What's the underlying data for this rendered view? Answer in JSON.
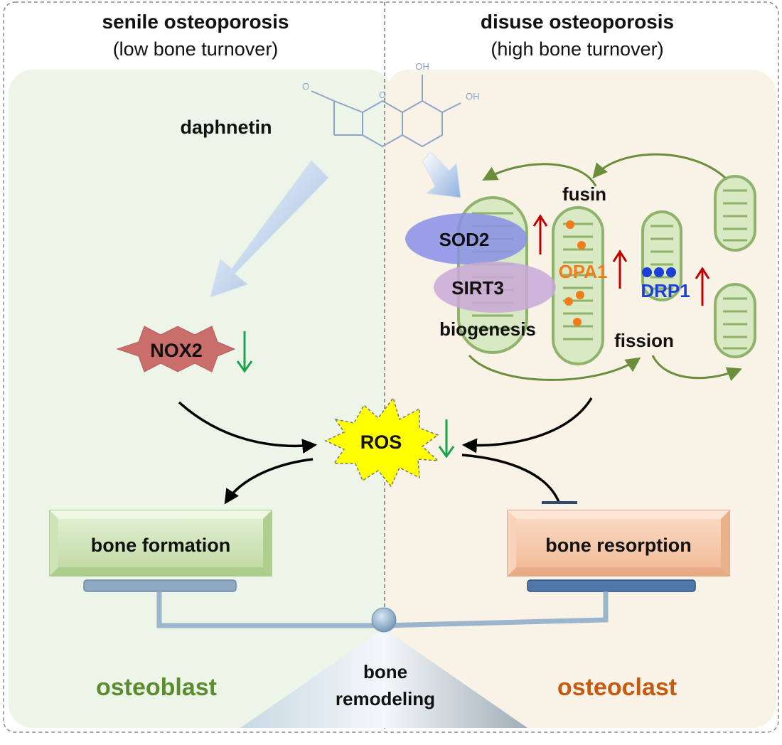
{
  "left_panel": {
    "title": "senile osteoporosis",
    "subtitle": "(low bone turnover)",
    "cell_label": "osteoblast",
    "colors": {
      "background": "#edf5e9",
      "cell_label": "#5b8c2f"
    }
  },
  "right_panel": {
    "title": "disuse osteoporosis",
    "subtitle": "(high bone turnover)",
    "cell_label": "osteoclast",
    "colors": {
      "background": "#f8f3e6",
      "cell_label": "#c55a11"
    }
  },
  "compound": {
    "name": "daphnetin",
    "structure_labels": {
      "oh_top": "OH",
      "oh_right": "OH",
      "ring_o": "O",
      "carbonyl_o": "O"
    }
  },
  "nodes": {
    "nox2": {
      "label": "NOX2",
      "trend": "down",
      "color": "#c96e6a"
    },
    "ros": {
      "label": "ROS",
      "trend": "down",
      "color": "#ffff00"
    },
    "sod2": {
      "label": "SOD2",
      "trend": "up",
      "color": "#8a8fe6"
    },
    "sirt3": {
      "label": "SIRT3",
      "color": "#c9a8d8"
    },
    "opa1": {
      "label": "OPA1",
      "trend": "up",
      "color": "#f07c1a"
    },
    "drp1": {
      "label": "DRP1",
      "trend": "up",
      "color": "#1d3fd6"
    },
    "biogenesis": {
      "label": "biogenesis"
    },
    "fusin": {
      "label": "fusin"
    },
    "fission": {
      "label": "fission"
    }
  },
  "outcomes": {
    "formation": {
      "label": "bone formation",
      "color": "#d9ebc6"
    },
    "resorption": {
      "label": "bone resorption",
      "color": "#f6c9aa"
    }
  },
  "balance": {
    "label_line1": "bone",
    "label_line2": "remodeling"
  },
  "arrow_colors": {
    "up": "#c00000",
    "down": "#1aa34a",
    "flow": "#000000",
    "cycle": "#6b8e3a"
  }
}
